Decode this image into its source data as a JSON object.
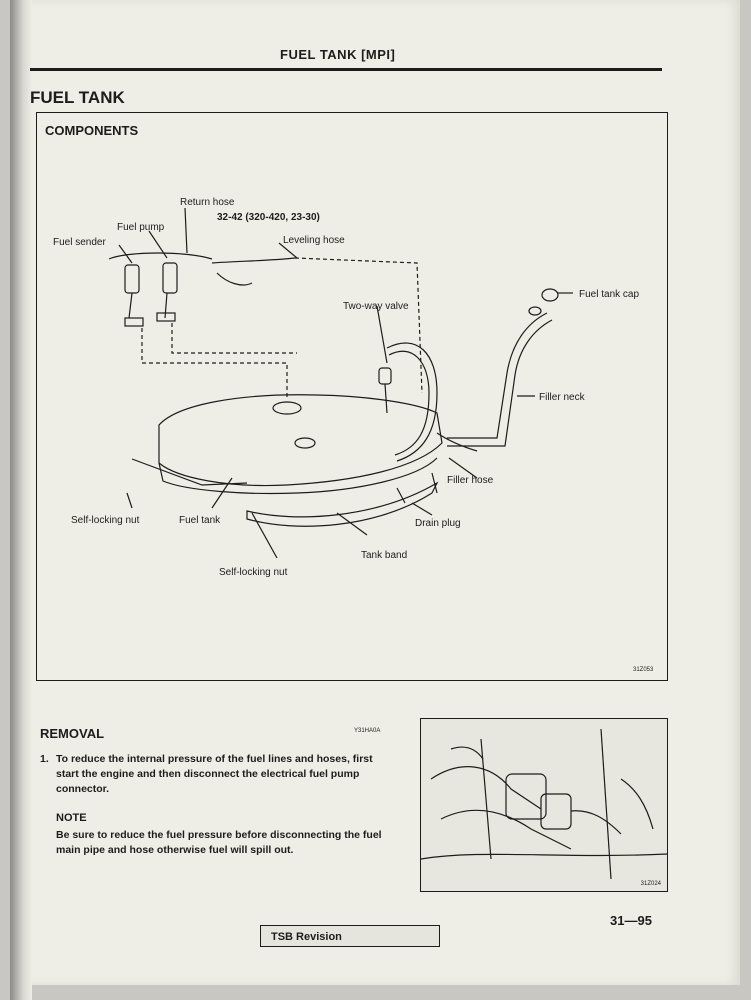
{
  "header": {
    "title": "FUEL TANK [MPI]"
  },
  "section": {
    "title": "FUEL TANK"
  },
  "components": {
    "title": "COMPONENTS",
    "figure_code": "31Z053",
    "labels": {
      "return_hose": "Return hose",
      "torque": "32-42 (320-420, 23-30)",
      "fuel_pump": "Fuel pump",
      "fuel_sender": "Fuel sender",
      "leveling_hose": "Leveling hose",
      "two_way_valve": "Two-way valve",
      "fuel_tank_cap": "Fuel tank cap",
      "filler_neck": "Filler neck",
      "filler_hose": "Filler hose",
      "self_locking_nut_1": "Self-locking nut",
      "fuel_tank": "Fuel tank",
      "drain_plug": "Drain plug",
      "tank_band": "Tank band",
      "self_locking_nut_2": "Self-locking nut"
    }
  },
  "removal": {
    "title": "REMOVAL",
    "code": "Y31HA0A",
    "step_number": "1.",
    "step_text": "To reduce the internal pressure of the fuel lines and hoses, first start the engine and then disconnect the electrical fuel pump connector.",
    "note_title": "NOTE",
    "note_text": "Be sure to reduce the fuel pressure before disconnecting the fuel main pipe and hose otherwise fuel will spill out.",
    "photo_code": "31Z024"
  },
  "footer": {
    "page_number": "31—95",
    "revision": "TSB Revision"
  }
}
